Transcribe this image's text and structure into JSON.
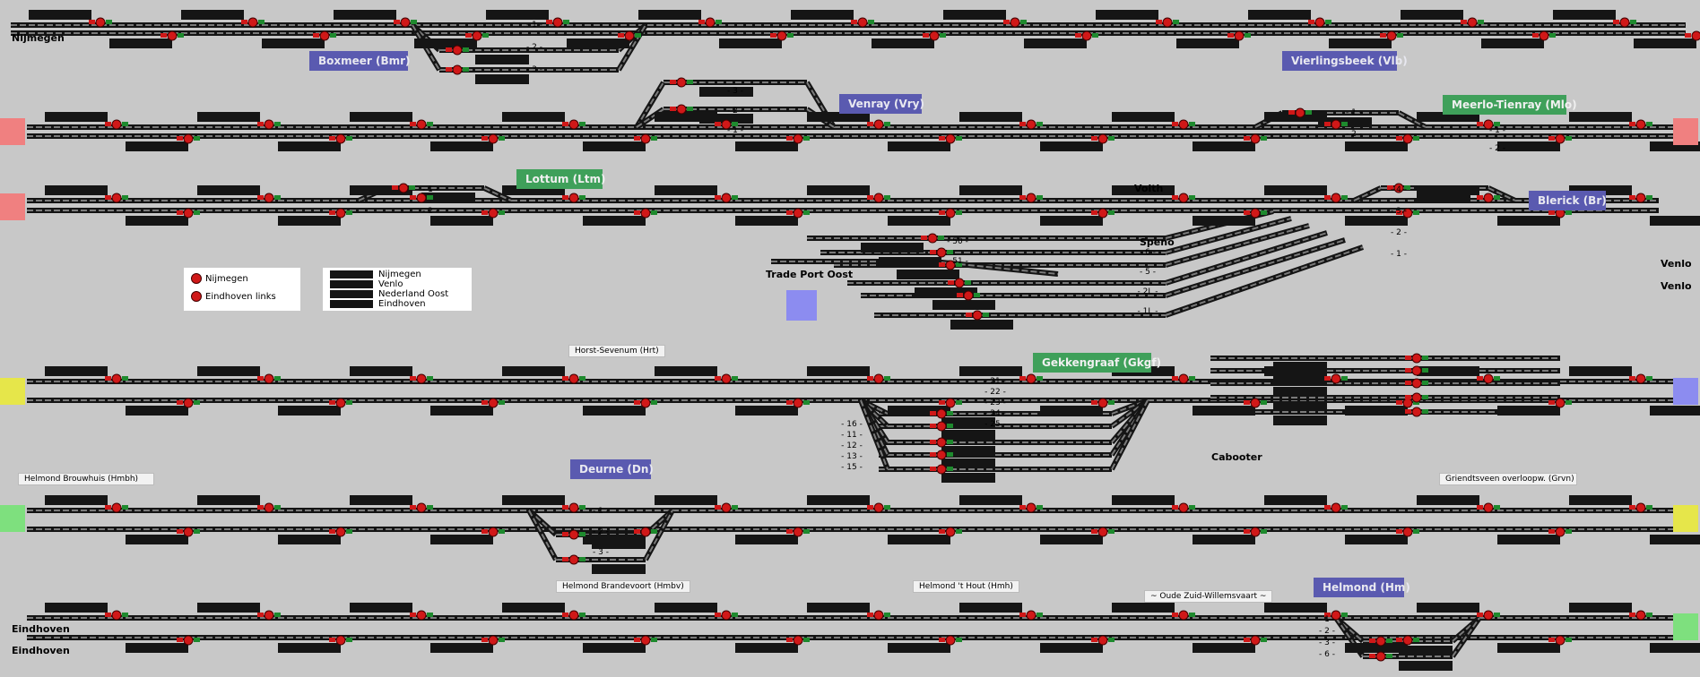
{
  "app": {
    "title": "Nijmegen – Venlo – Eindhoven track panel"
  },
  "stations_blue": [
    {
      "id": "boxmeer",
      "label": "Boxmeer (Bmr)"
    },
    {
      "id": "venray",
      "label": "Venray (Vry)"
    },
    {
      "id": "vierlingsbeek",
      "label": "Vierlingsbeek (Vlb)"
    },
    {
      "id": "blerick",
      "label": "Blerick (Br)"
    },
    {
      "id": "deurne",
      "label": "Deurne (Dn)"
    },
    {
      "id": "helmond",
      "label": "Helmond (Hm)"
    }
  ],
  "stations_green": [
    {
      "id": "meerlo",
      "label": "Meerlo-Tienray (Mlo)"
    },
    {
      "id": "lottum",
      "label": "Lottum (Ltm)"
    },
    {
      "id": "gekkengraaf",
      "label": "Gekkengraaf (Gkgf)"
    }
  ],
  "small_labels": [
    {
      "id": "horst",
      "label": "Horst-Sevenum (Hrt)"
    },
    {
      "id": "helmond-brouwhuis",
      "label": "Helmond Brouwhuis (Hmbh)"
    },
    {
      "id": "griendtsveen",
      "label": "Griendtsveen overloopw. (Grvn)"
    },
    {
      "id": "helmond-brandevoort",
      "label": "Helmond Brandevoort (Hmbv)"
    },
    {
      "id": "helmond-t-hout",
      "label": "Helmond 't Hout (Hmh)"
    },
    {
      "id": "oude-zuid",
      "label": "~ Oude Zuid-Willemsvaart ~"
    }
  ],
  "places": [
    {
      "id": "nijmegen-top",
      "label": "Nijmegen"
    },
    {
      "id": "voith",
      "label": "Voith"
    },
    {
      "id": "speno",
      "label": "Speno"
    },
    {
      "id": "trade-port",
      "label": "Trade Port Oost"
    },
    {
      "id": "venlo-1",
      "label": "Venlo"
    },
    {
      "id": "venlo-2",
      "label": "Venlo"
    },
    {
      "id": "cabooter",
      "label": "Cabooter"
    },
    {
      "id": "eindhoven-1",
      "label": "Eindhoven"
    },
    {
      "id": "eindhoven-2",
      "label": "Eindhoven"
    }
  ],
  "legend_direction": {
    "items": [
      "Nijmegen",
      "Eindhoven links"
    ]
  },
  "legend_destinations": {
    "items": [
      "Nijmegen",
      "Venlo",
      "Nederland Oost",
      "Eindhoven"
    ]
  },
  "colors": {
    "background": "#c8c8c8",
    "track": "#141414",
    "track_inner": "#7a7a7a",
    "signal_red": "#d01818",
    "signal_green": "#1e8a2e",
    "station_blue": "#5a5ab0",
    "station_green": "#3fa05a",
    "edge_red": "#f08080",
    "edge_yellow": "#e6e64a",
    "edge_green": "#7ee07e",
    "edge_blue": "#8c8cf0"
  },
  "track_numbers": {
    "boxmeer": [
      "1",
      "2",
      "3"
    ],
    "venray": [
      "3",
      "2",
      "1"
    ],
    "vierlingsbeek": [
      "1",
      "2"
    ],
    "meerlo": [
      "1",
      "2"
    ],
    "lottum": [
      "1",
      "2"
    ],
    "blerick": [
      "4",
      "3",
      "2",
      "1"
    ],
    "trade_port": [
      "50",
      "51"
    ],
    "venlo_yard": [
      "6",
      "5",
      "2L",
      "1L"
    ],
    "gekkengraaf_upper": [
      "21",
      "22",
      "23",
      "24",
      "25"
    ],
    "gekkengraaf_lower": [
      "16",
      "11",
      "12",
      "13",
      "15"
    ],
    "deurne": [
      "1",
      "2",
      "3"
    ],
    "helmond": [
      "1",
      "2",
      "3",
      "6"
    ]
  }
}
